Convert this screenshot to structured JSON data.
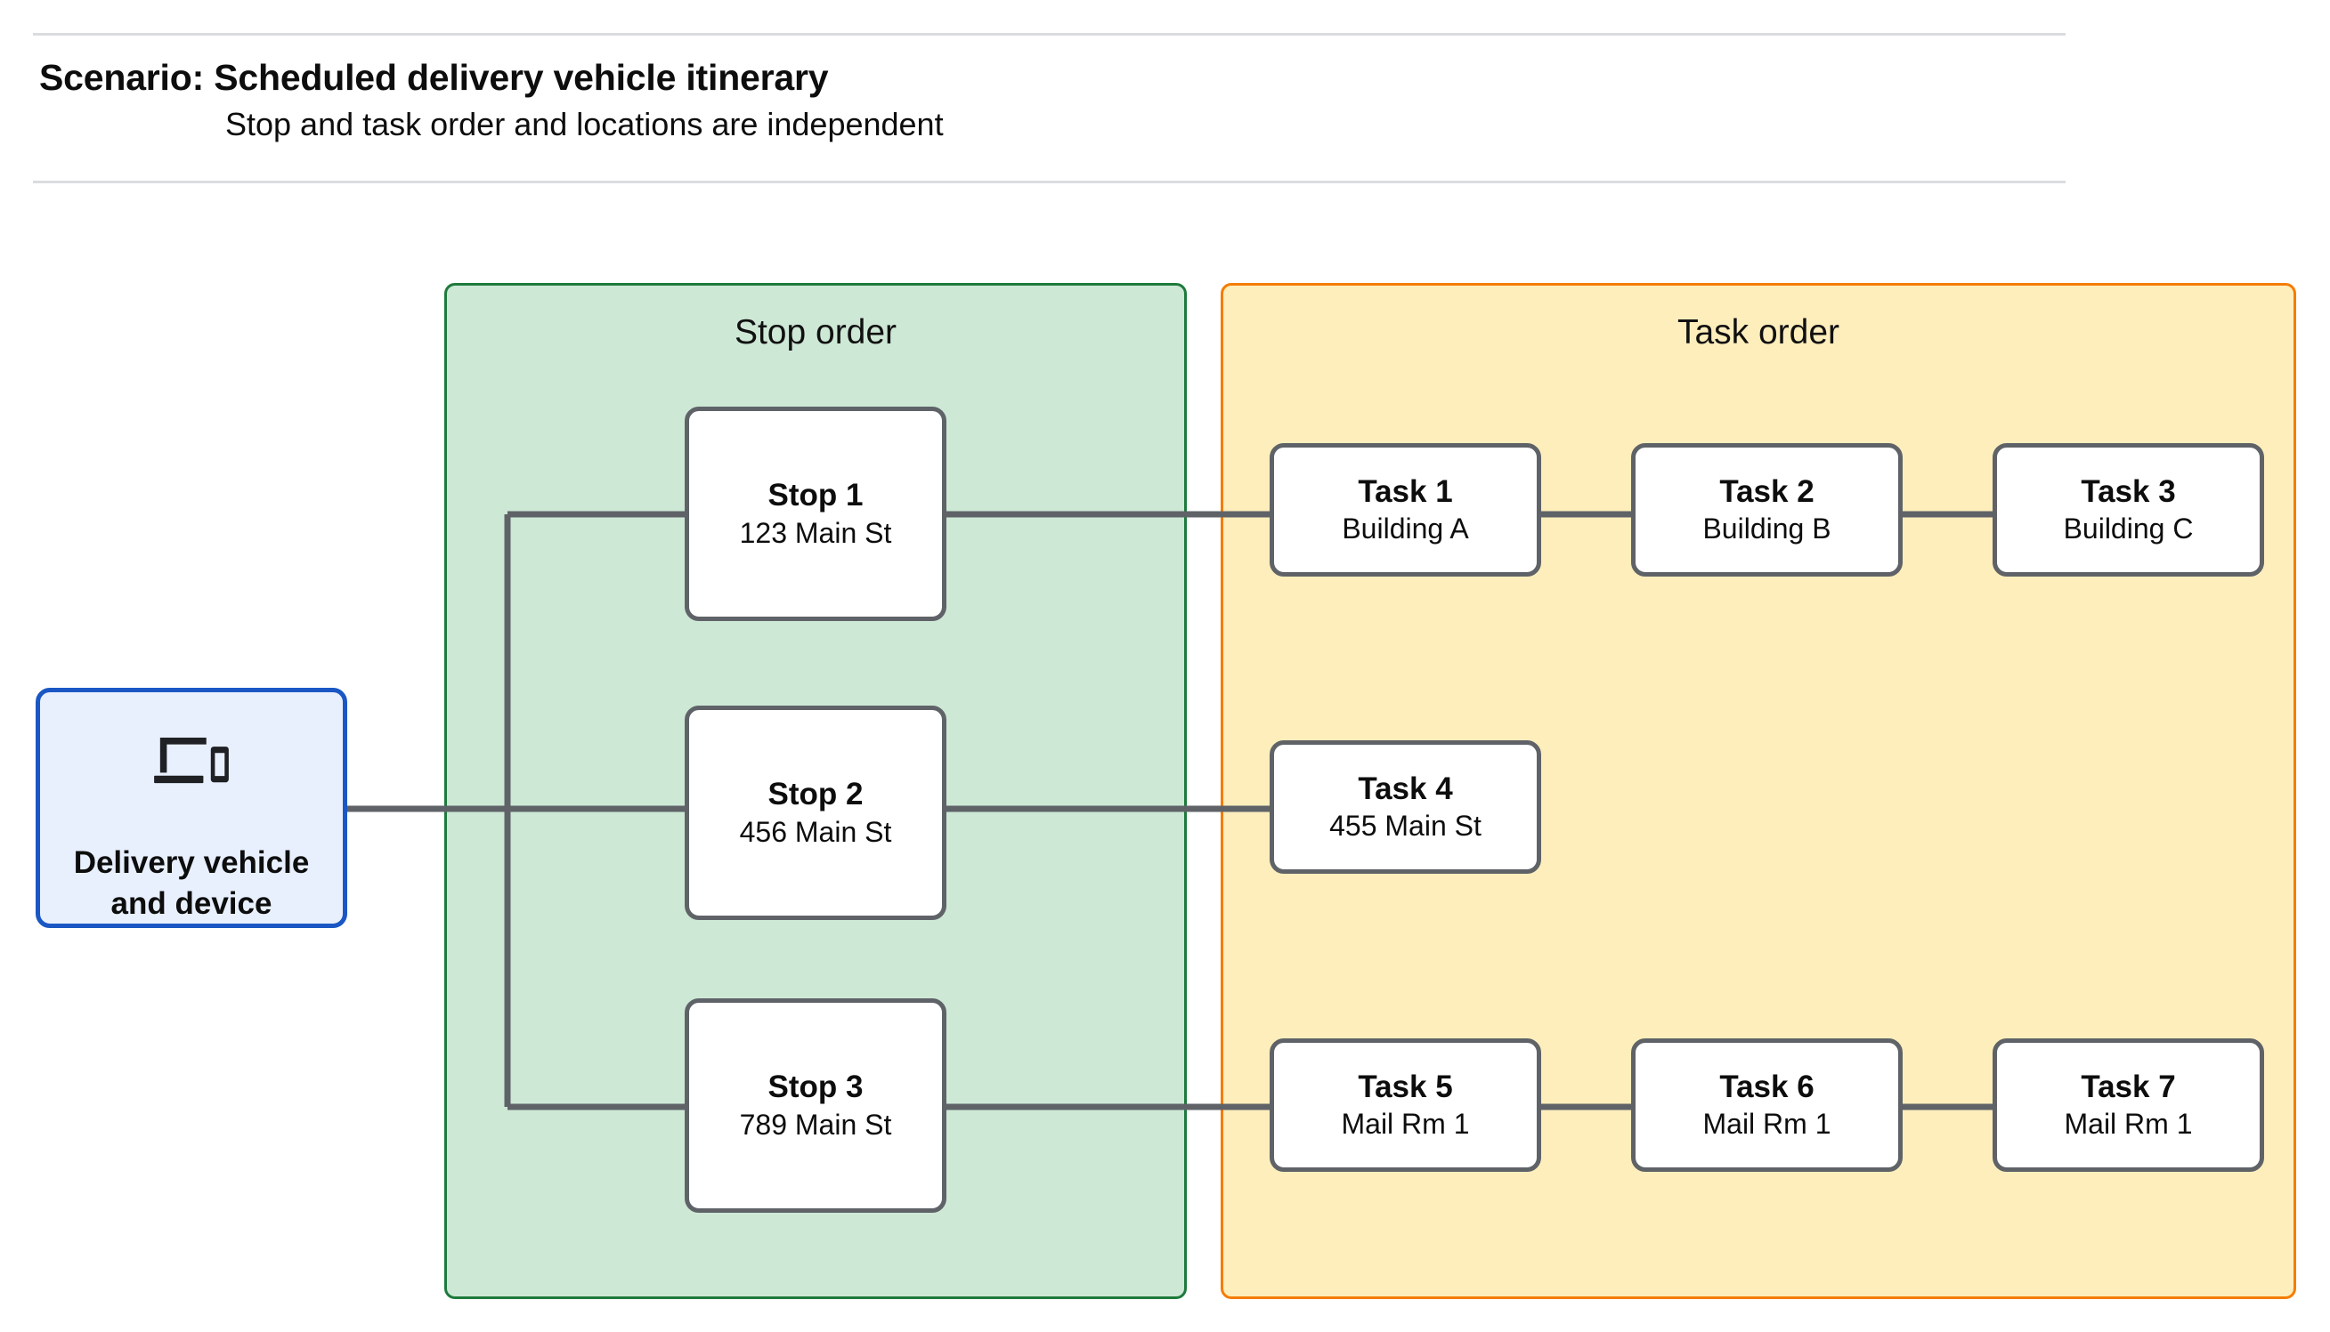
{
  "header": {
    "title": "Scenario: Scheduled delivery vehicle itinerary",
    "subtitle": "Stop and task order and locations are independent"
  },
  "vehicle": {
    "icon": "devices-icon",
    "label_line_1": "Delivery vehicle",
    "label_line_2": "and device"
  },
  "panels": {
    "stop": {
      "title": "Stop order",
      "fill": "#cee8d6",
      "border": "#1e7a3c"
    },
    "task": {
      "title": "Task order",
      "fill": "#fdeebc",
      "border": "#f57c00"
    }
  },
  "stops": [
    {
      "title": "Stop 1",
      "location": "123 Main St"
    },
    {
      "title": "Stop 2",
      "location": "456 Main St"
    },
    {
      "title": "Stop 3",
      "location": "789 Main St"
    }
  ],
  "task_rows": [
    [
      {
        "title": "Task 1",
        "location": "Building A"
      },
      {
        "title": "Task 2",
        "location": "Building B"
      },
      {
        "title": "Task 3",
        "location": "Building C"
      }
    ],
    [
      {
        "title": "Task 4",
        "location": "455 Main St"
      }
    ],
    [
      {
        "title": "Task 5",
        "location": "Mail Rm 1"
      },
      {
        "title": "Task 6",
        "location": "Mail Rm 1"
      },
      {
        "title": "Task 7",
        "location": "Mail Rm 1"
      }
    ]
  ],
  "colors": {
    "node_border": "#5f6368",
    "node_fill": "#ffffff",
    "wire": "#5f6368",
    "vehicle_border": "#1a57c4",
    "vehicle_fill": "#e8f0fe",
    "rule": "#dadce0",
    "text": "#0d0d0d"
  }
}
